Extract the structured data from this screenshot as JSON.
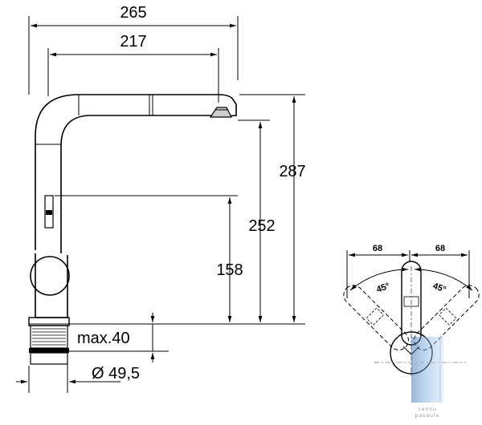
{
  "dimensions": {
    "overall_width": "265",
    "spout_reach": "217",
    "total_height": "287",
    "spout_height": "252",
    "lever_height": "158",
    "max_thickness": "max.40",
    "hole_diameter": "Ø 49,5"
  },
  "top_view": {
    "left_offset": "68",
    "right_offset": "68",
    "left_angle": "45°",
    "right_angle": "45°"
  },
  "watermark": {
    "line1": "vannu",
    "line2": "pasaule",
    "colors": [
      "#2f66b0",
      "#7fb0e0",
      "#c9def3"
    ]
  }
}
